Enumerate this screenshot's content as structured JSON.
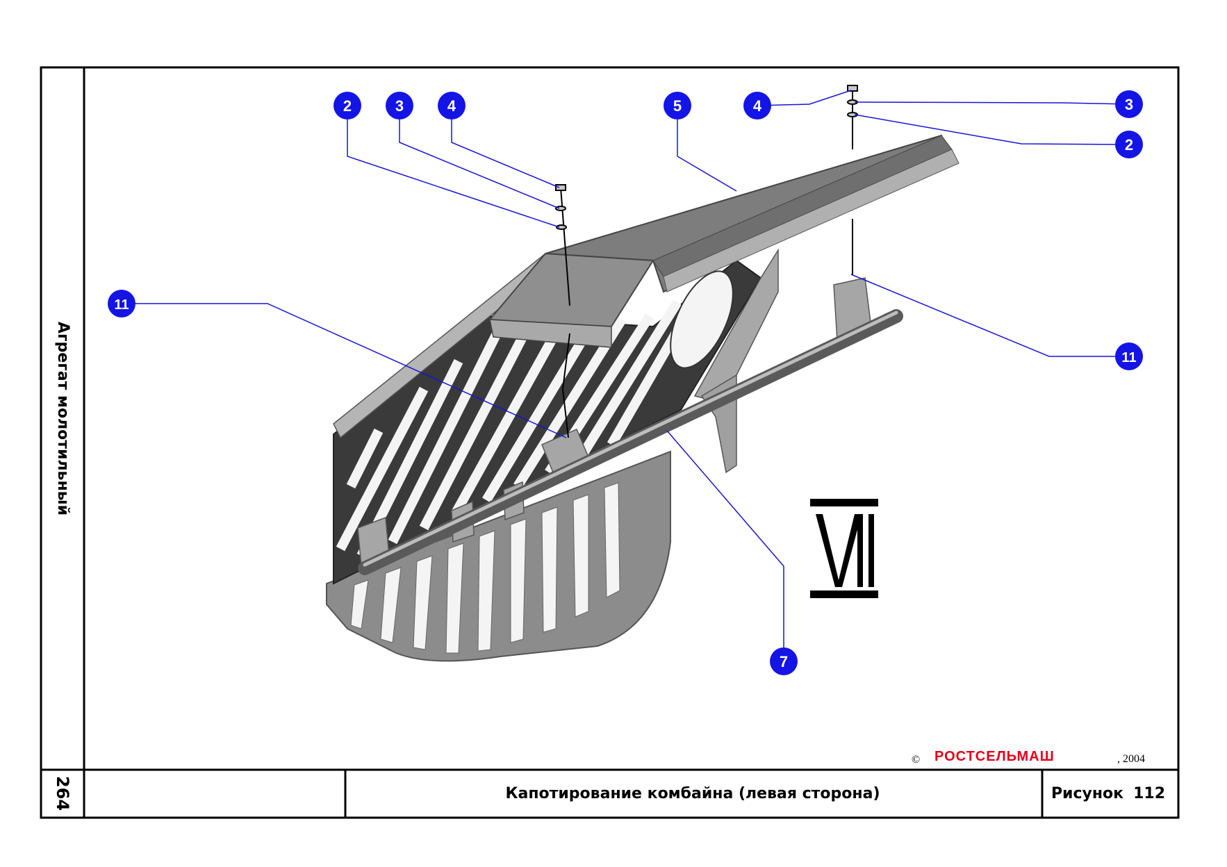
{
  "side_label": "Агрегат молотильный",
  "page_number": "264",
  "title": "Капотирование комбайна (левая сторона)",
  "figure_word": "Рисунок",
  "figure_number": "112",
  "copyright_symbol": "©",
  "brand": "РОСТСЕЛЬМАШ",
  "year": ", 2004",
  "section_numeral": "VII",
  "callouts": [
    "2",
    "3",
    "4",
    "5",
    "4",
    "3",
    "2",
    "11",
    "11",
    "7"
  ]
}
